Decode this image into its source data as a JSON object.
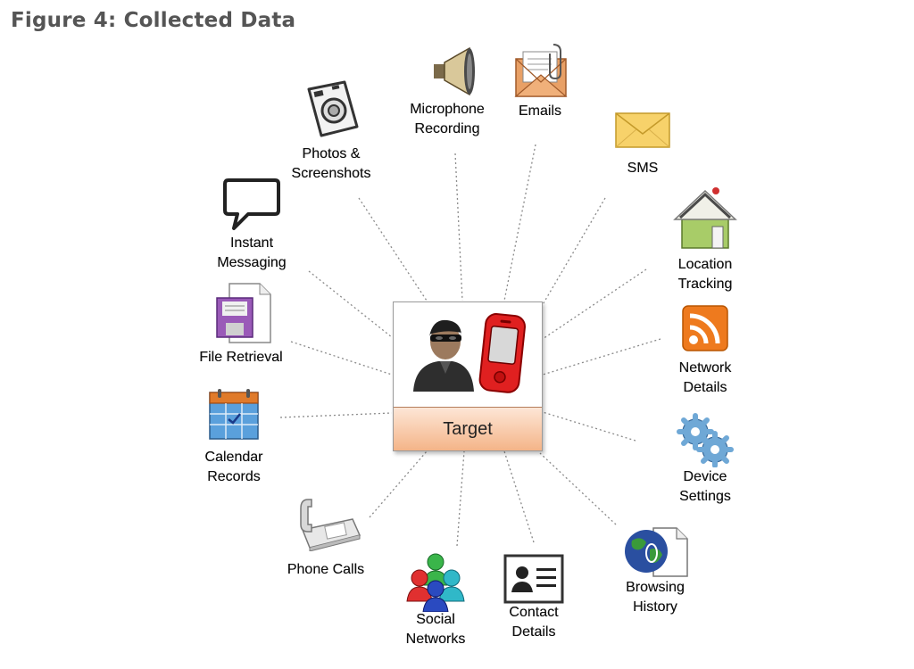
{
  "figure_title": "Figure 4: Collected Data",
  "center_label": "Target",
  "items": [
    {
      "id": "microphone",
      "label": "Microphone\nRecording",
      "icon": "speaker-icon"
    },
    {
      "id": "emails",
      "label": "Emails",
      "icon": "envelope-paperclip-icon"
    },
    {
      "id": "sms",
      "label": "SMS",
      "icon": "envelope-icon"
    },
    {
      "id": "location",
      "label": "Location\nTracking",
      "icon": "house-icon"
    },
    {
      "id": "network",
      "label": "Network\nDetails",
      "icon": "rss-icon"
    },
    {
      "id": "device",
      "label": "Device\nSettings",
      "icon": "gears-icon"
    },
    {
      "id": "browsing",
      "label": "Browsing\nHistory",
      "icon": "globe-document-icon"
    },
    {
      "id": "contact",
      "label": "Contact\nDetails",
      "icon": "contact-card-icon"
    },
    {
      "id": "social",
      "label": "Social\nNetworks",
      "icon": "people-group-icon"
    },
    {
      "id": "phone",
      "label": "Phone Calls",
      "icon": "telephone-icon"
    },
    {
      "id": "calendar",
      "label": "Calendar\nRecords",
      "icon": "calendar-icon"
    },
    {
      "id": "file",
      "label": "File Retrieval",
      "icon": "document-floppy-icon"
    },
    {
      "id": "im",
      "label": "Instant\nMessaging",
      "icon": "speech-bubble-icon"
    },
    {
      "id": "photos",
      "label": "Photos &\nScreenshots",
      "icon": "camera-icon"
    }
  ]
}
